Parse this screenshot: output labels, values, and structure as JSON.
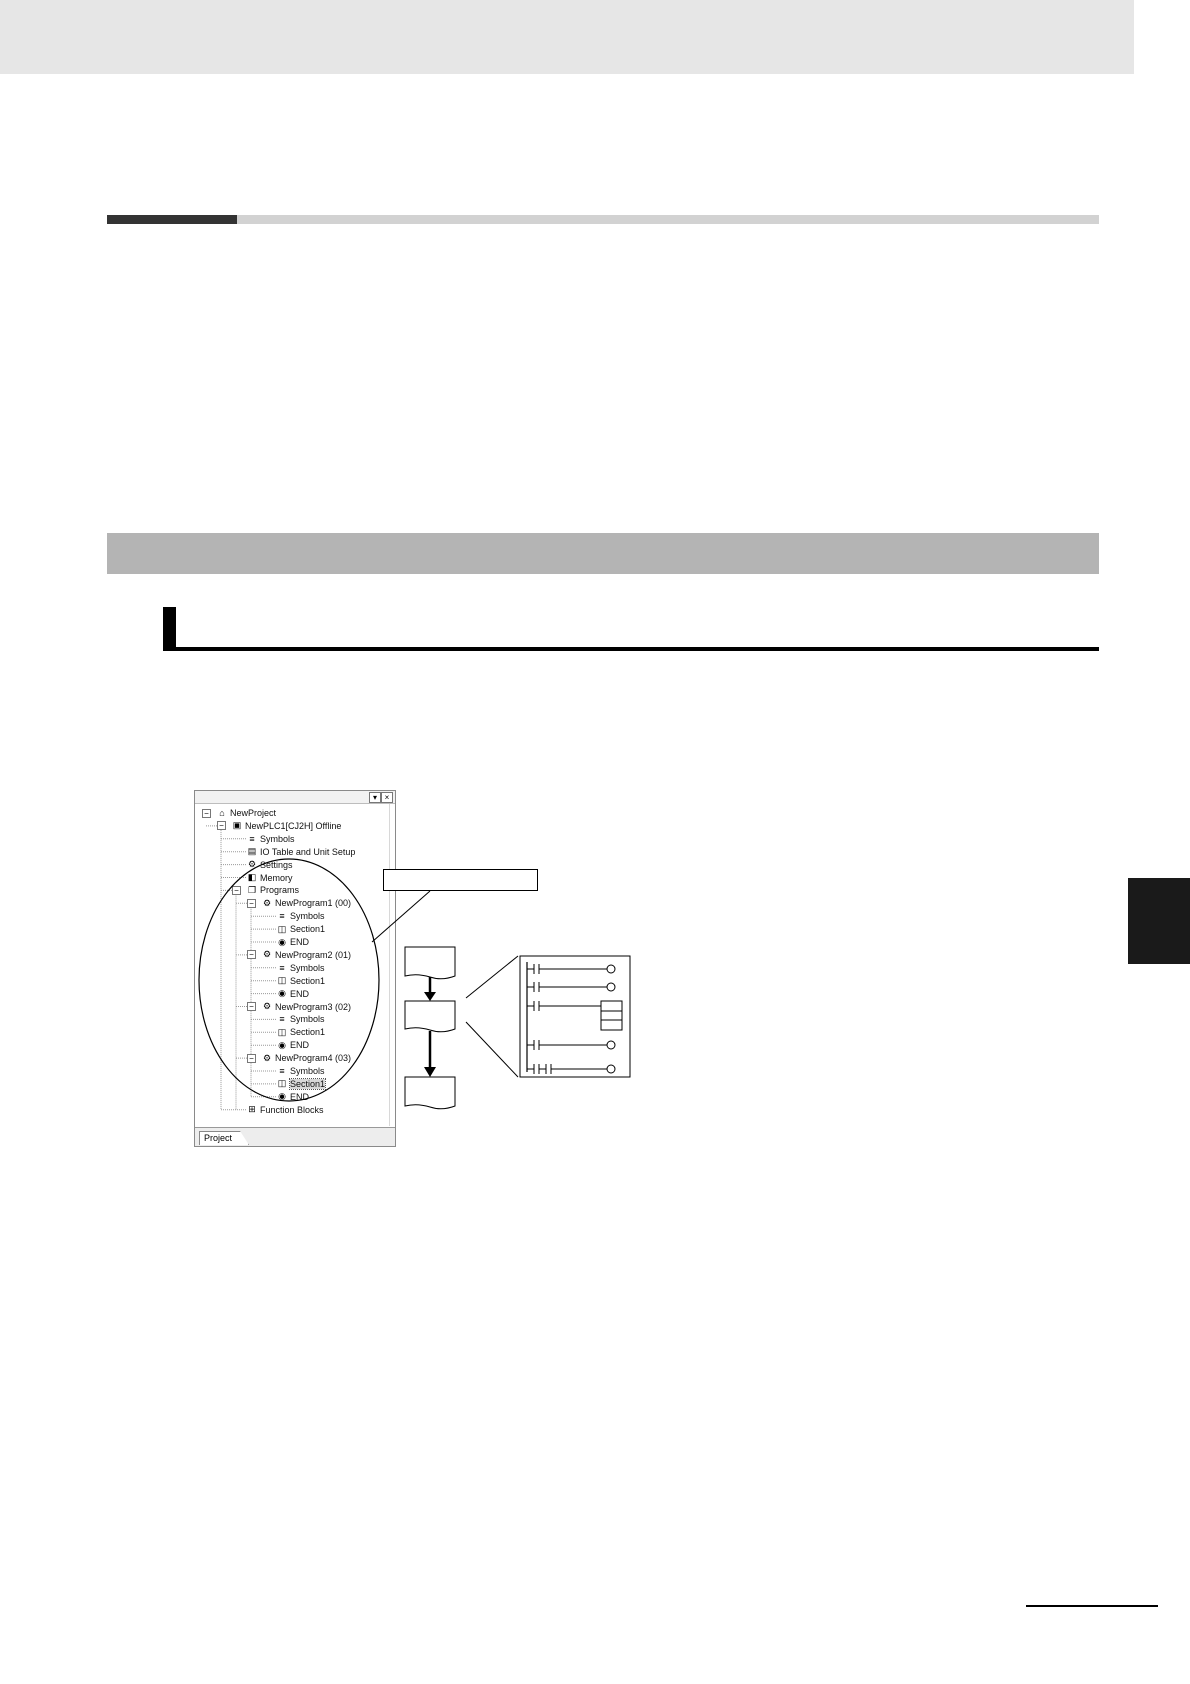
{
  "project_tree": {
    "window_buttons": {
      "pin": "▾",
      "close": "×"
    },
    "nodes": [
      {
        "label": "NewProject",
        "icon": "project-icon",
        "expander": "−"
      },
      {
        "label": "NewPLC1[CJ2H] Offline",
        "icon": "plc-icon",
        "expander": "−"
      },
      {
        "label": "Symbols",
        "icon": "symbols-icon"
      },
      {
        "label": "IO Table and Unit Setup",
        "icon": "io-table-icon"
      },
      {
        "label": "Settings",
        "icon": "settings-icon"
      },
      {
        "label": "Memory",
        "icon": "memory-icon"
      },
      {
        "label": "Programs",
        "icon": "programs-icon",
        "expander": "−"
      },
      {
        "label": "NewProgram1 (00)",
        "icon": "program-icon",
        "expander": "−"
      },
      {
        "label": "Symbols",
        "icon": "symbols-icon"
      },
      {
        "label": "Section1",
        "icon": "section-icon"
      },
      {
        "label": "END",
        "icon": "end-icon"
      },
      {
        "label": "NewProgram2 (01)",
        "icon": "program-icon",
        "expander": "−"
      },
      {
        "label": "Symbols",
        "icon": "symbols-icon"
      },
      {
        "label": "Section1",
        "icon": "section-icon"
      },
      {
        "label": "END",
        "icon": "end-icon"
      },
      {
        "label": "NewProgram3 (02)",
        "icon": "program-icon",
        "expander": "−"
      },
      {
        "label": "Symbols",
        "icon": "symbols-icon"
      },
      {
        "label": "Section1",
        "icon": "section-icon"
      },
      {
        "label": "END",
        "icon": "end-icon"
      },
      {
        "label": "NewProgram4 (03)",
        "icon": "program-icon",
        "expander": "−"
      },
      {
        "label": "Symbols",
        "icon": "symbols-icon"
      },
      {
        "label": "Section1",
        "icon": "section-icon",
        "selected": true
      },
      {
        "label": "END",
        "icon": "end-icon"
      },
      {
        "label": "Function Blocks",
        "icon": "function-blocks-icon"
      }
    ],
    "tab_label": "Project"
  }
}
